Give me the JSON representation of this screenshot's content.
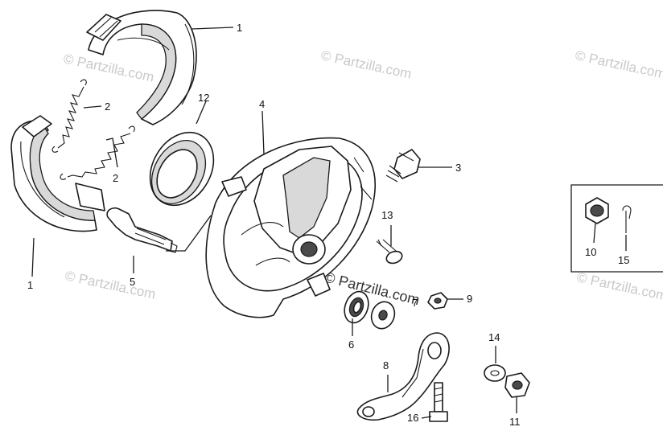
{
  "watermark": {
    "text": "© Partzilla.com"
  },
  "callouts": {
    "shoe_top": "1",
    "shoe_left": "1",
    "spring_top": "2",
    "spring_mid": "2",
    "bolt_3": "3",
    "panel": "4",
    "cam": "5",
    "seal_6": "6",
    "washer_7": "7",
    "arm": "8",
    "nut_9": "9",
    "inset_nut": "10",
    "nut_11": "11",
    "seal_12": "12",
    "screw_13": "13",
    "washer_14": "14",
    "inset_pin": "15",
    "bolt_16": "16"
  },
  "colors": {
    "line": "#1a1a1a",
    "watermark": "#c9c9c9"
  }
}
